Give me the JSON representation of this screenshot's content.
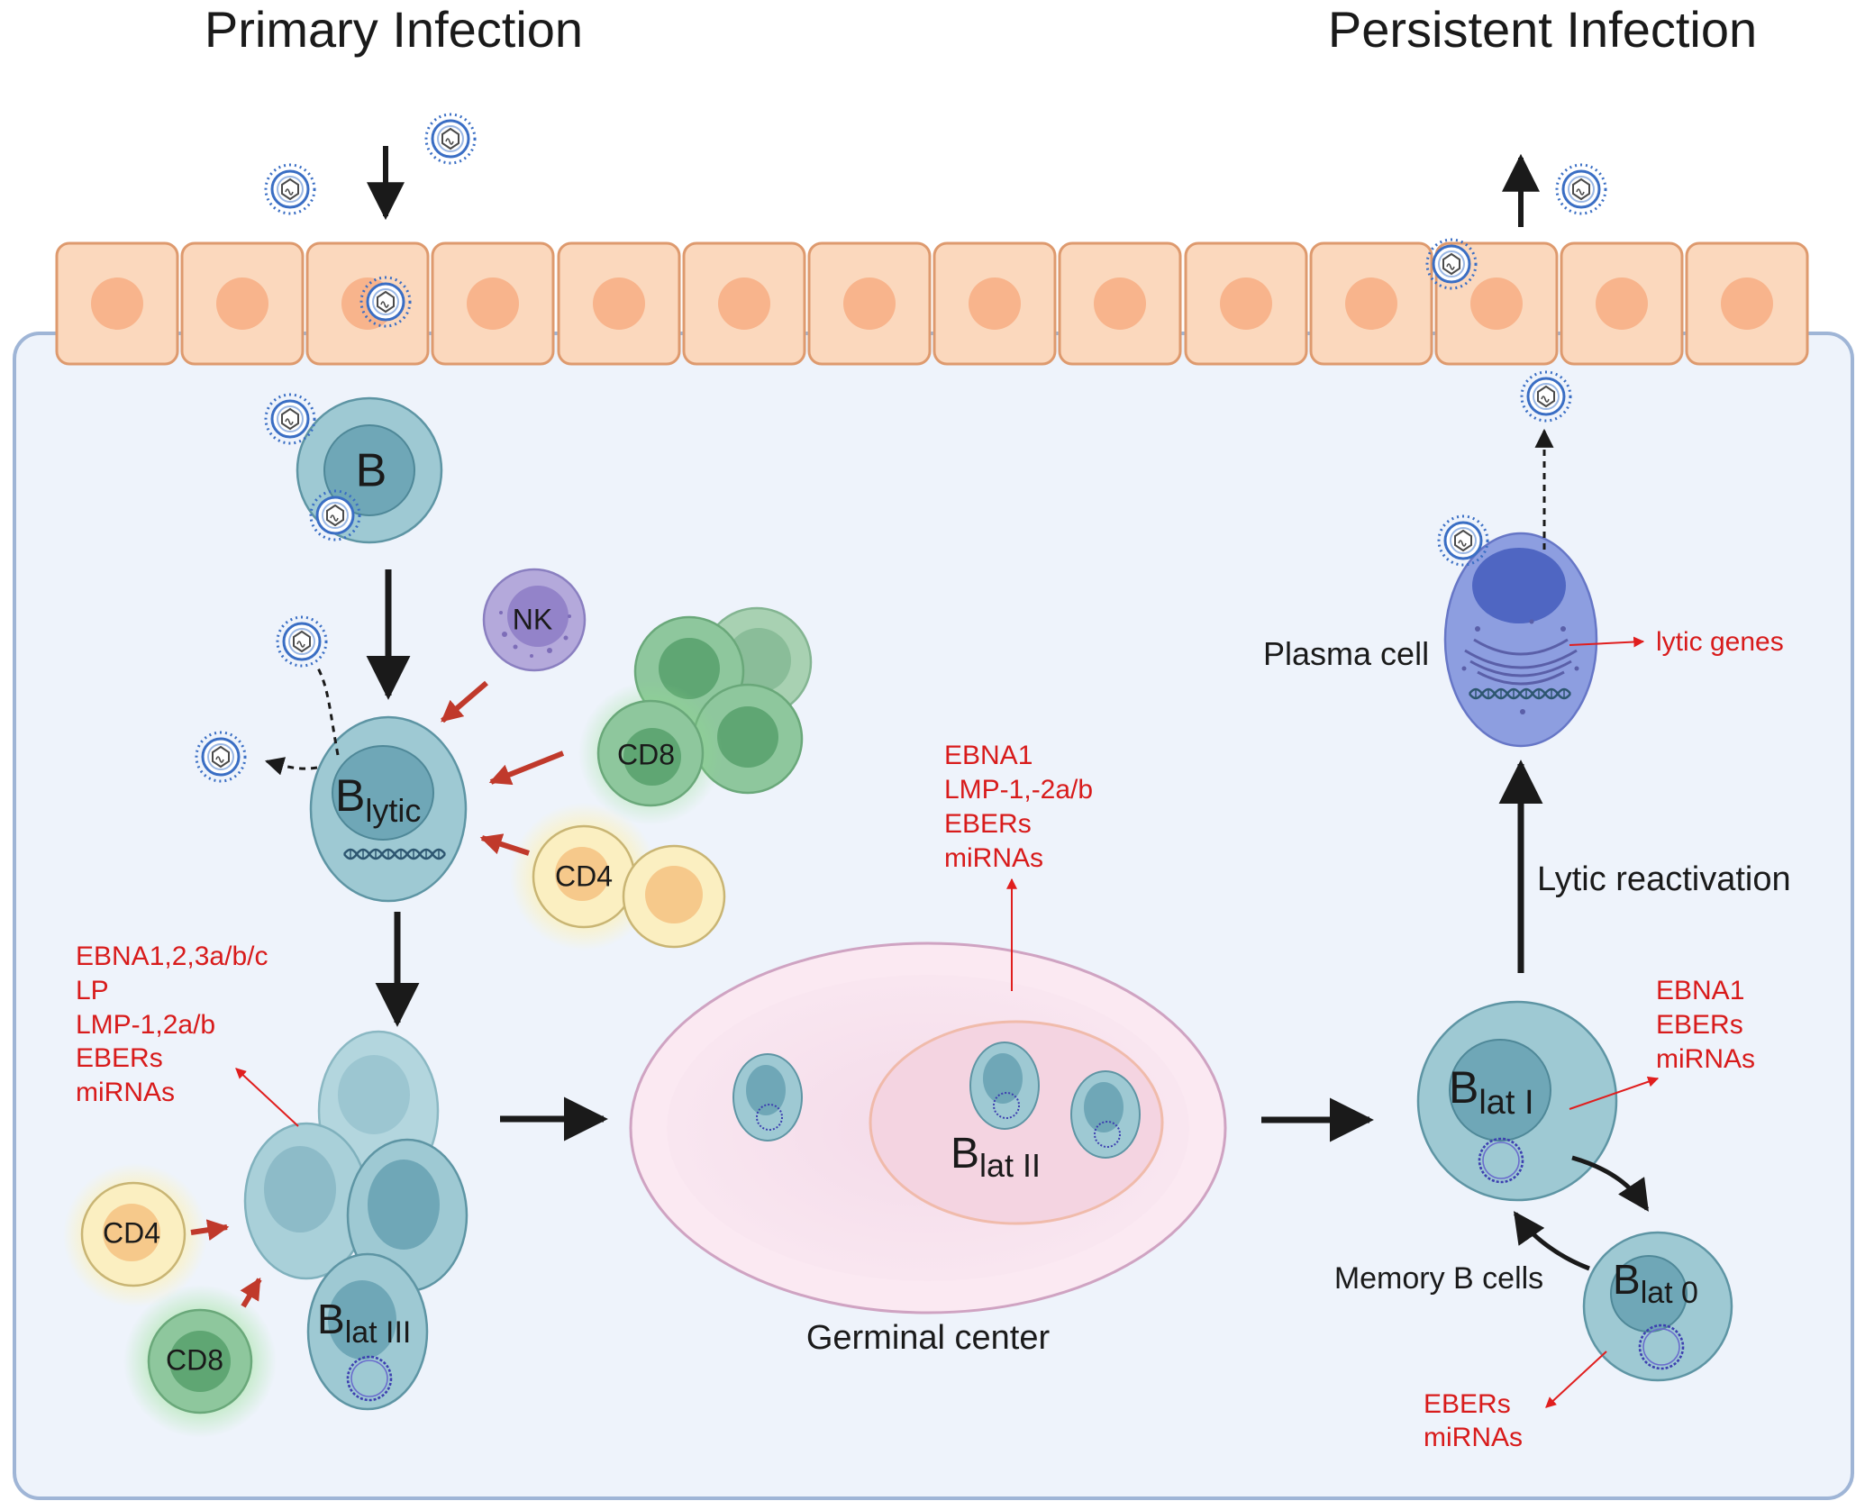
{
  "titles": {
    "primary": "Primary Infection",
    "persistent": "Persistent Infection"
  },
  "cells": {
    "b_naive": "B",
    "b_lytic_main": "B",
    "b_lytic_sub": "lytic",
    "nk": "NK",
    "cd8_top": "CD8",
    "cd4_top": "CD4",
    "cd4_bottom": "CD4",
    "cd8_bottom": "CD8",
    "b_lat3_main": "B",
    "b_lat3_sub": "lat III",
    "b_lat2_main": "B",
    "b_lat2_sub": "lat II",
    "b_lat1_main": "B",
    "b_lat1_sub": "lat I",
    "b_lat0_main": "B",
    "b_lat0_sub": "lat 0",
    "plasma_cell": "Plasma cell"
  },
  "labels": {
    "germinal_center": "Germinal center",
    "memory_b_cells": "Memory B cells",
    "lytic_reactivation": "Lytic reactivation"
  },
  "genes": {
    "lat3": [
      "EBNA1,2,3a/b/c",
      "LP",
      "LMP-1,2a/b",
      "EBERs",
      "miRNAs"
    ],
    "lat2": [
      "EBNA1",
      "LMP-1,-2a/b",
      "EBERs",
      "miRNAs"
    ],
    "lat1": [
      "EBNA1",
      "EBERs",
      "miRNAs"
    ],
    "lat0": [
      "EBERs",
      "miRNAs"
    ],
    "plasma": "lytic genes"
  },
  "colors": {
    "epithelium": "#fbd8bd",
    "epithelium_border": "#de9a6e",
    "nucleus": "#f8b48c",
    "tissue_bg": "#eef3fb",
    "tissue_border": "#9fb5d6",
    "b_cell": "#9ec9d3",
    "b_nucleus": "#6fa7b7",
    "red_gene_text": "#d81b1b",
    "immune_arrow": "#c0392b"
  }
}
